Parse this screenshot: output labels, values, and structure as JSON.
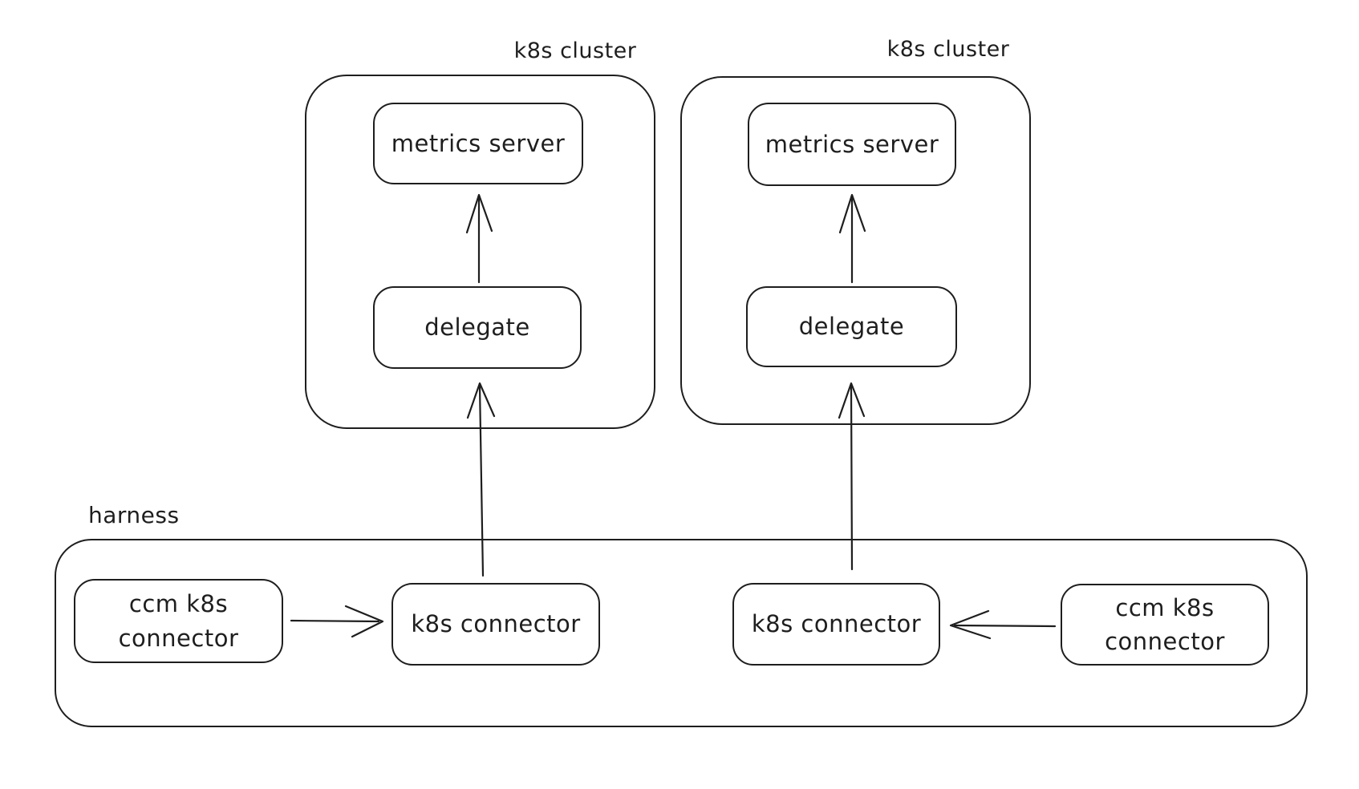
{
  "canvas": {
    "background": "#ffffff",
    "stroke_color": "#1e1e1e",
    "text_color": "#1e1e1e"
  },
  "clusters": [
    {
      "label": "k8s cluster",
      "metrics_server_label": "metrics server",
      "delegate_label": "delegate"
    },
    {
      "label": "k8s cluster",
      "metrics_server_label": "metrics server",
      "delegate_label": "delegate"
    }
  ],
  "harness": {
    "label": "harness",
    "nodes": [
      {
        "label": "ccm k8s\nconnector"
      },
      {
        "label": "k8s connector"
      },
      {
        "label": "k8s connector"
      },
      {
        "label": "ccm k8s\nconnector"
      }
    ]
  },
  "edges": [
    {
      "from": "delegate (left cluster)",
      "to": "metrics server (left cluster)"
    },
    {
      "from": "delegate (right cluster)",
      "to": "metrics server (right cluster)"
    },
    {
      "from": "k8s connector (left)",
      "to": "delegate (left cluster)"
    },
    {
      "from": "k8s connector (right)",
      "to": "delegate (right cluster)"
    },
    {
      "from": "ccm k8s connector (left)",
      "to": "k8s connector (left)"
    },
    {
      "from": "ccm k8s connector (right)",
      "to": "k8s connector (right)"
    }
  ]
}
